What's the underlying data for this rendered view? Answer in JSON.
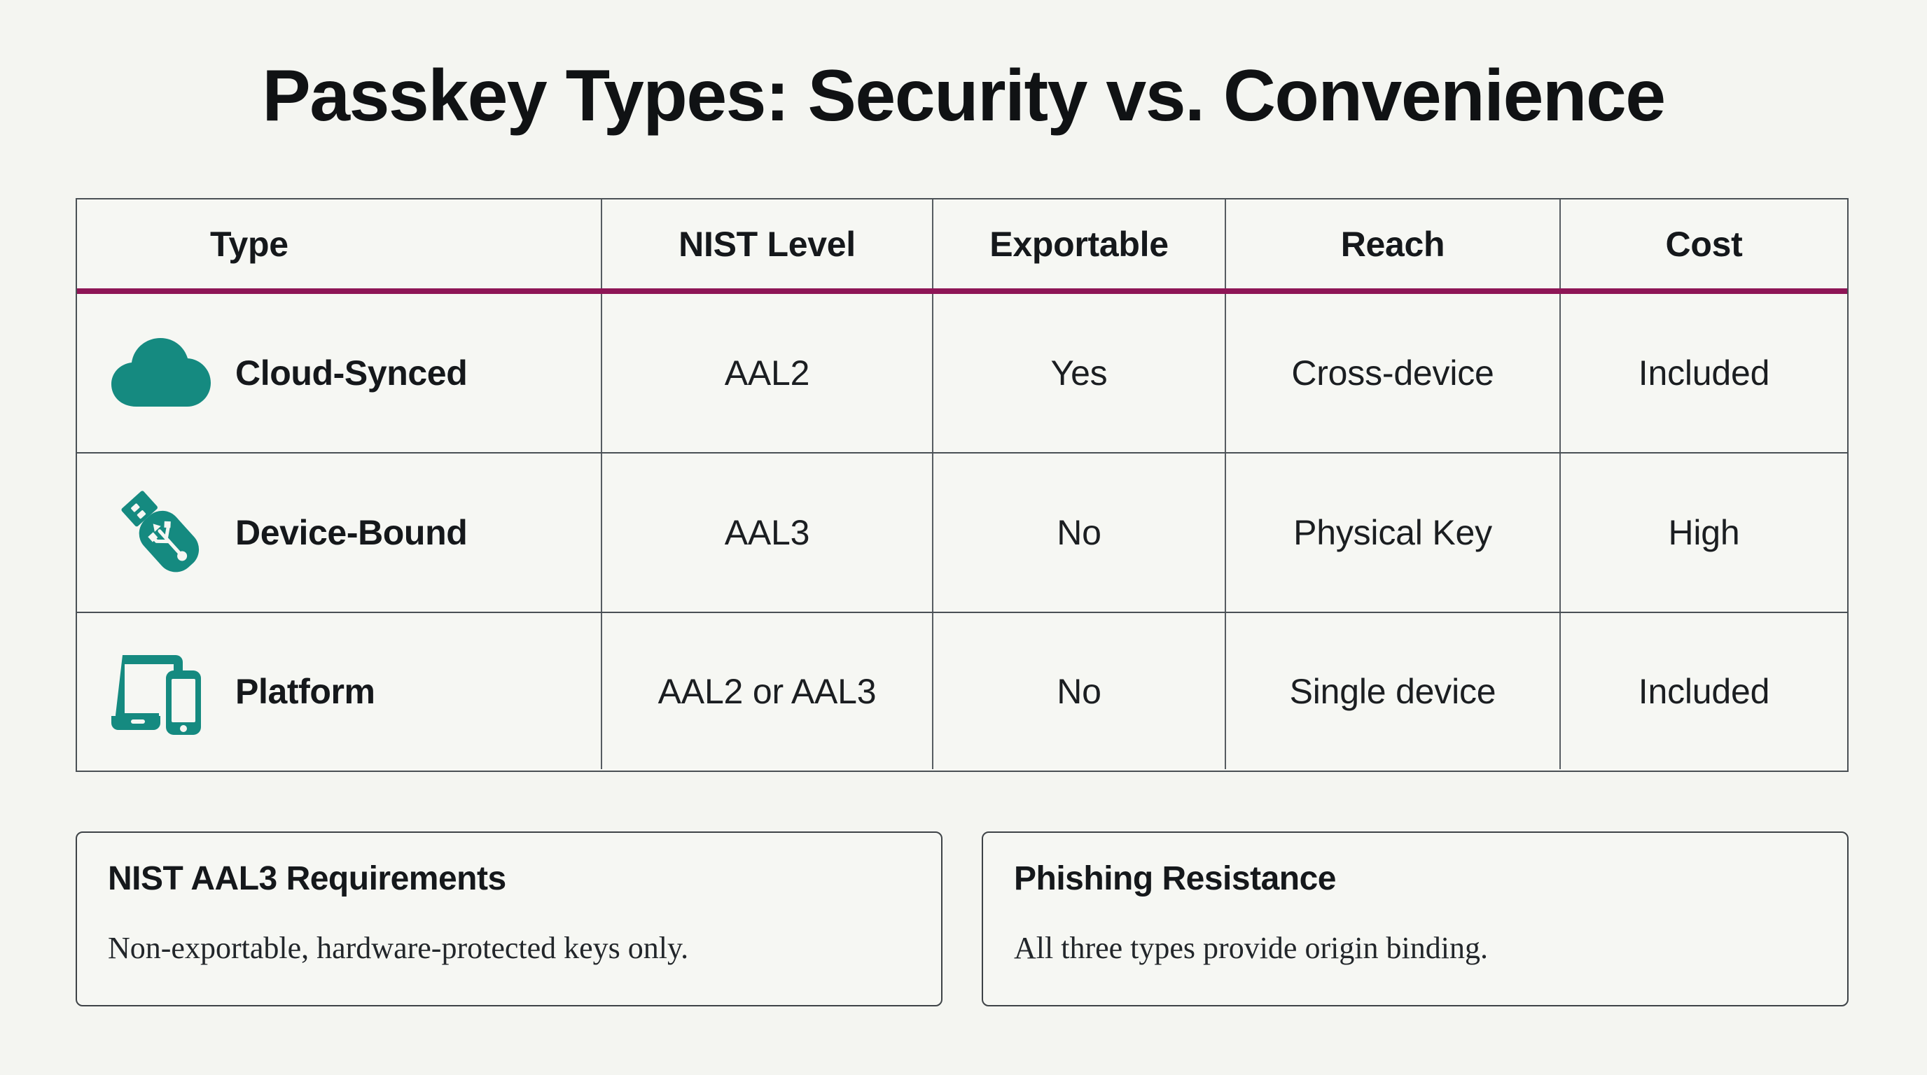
{
  "title": "Passkey Types: Security vs. Convenience",
  "colors": {
    "background": "#f4f5f1",
    "accent_teal": "#158a80",
    "accent_magenta": "#8e1656",
    "border": "#4a5055",
    "text": "#16181a"
  },
  "table": {
    "columns": [
      {
        "key": "type",
        "label": "Type"
      },
      {
        "key": "nist",
        "label": "NIST Level"
      },
      {
        "key": "exp",
        "label": "Exportable"
      },
      {
        "key": "reach",
        "label": "Reach"
      },
      {
        "key": "cost",
        "label": "Cost"
      }
    ],
    "rows": [
      {
        "icon": "cloud-icon",
        "type": "Cloud-Synced",
        "nist": "AAL2",
        "exp": "Yes",
        "reach": "Cross-device",
        "cost": "Included"
      },
      {
        "icon": "usb-key-icon",
        "type": "Device-Bound",
        "nist": "AAL3",
        "exp": "No",
        "reach": "Physical Key",
        "cost": "High"
      },
      {
        "icon": "laptop-phone-icon",
        "type": "Platform",
        "nist": "AAL2 or AAL3",
        "exp": "No",
        "reach": "Single device",
        "cost": "Included"
      }
    ]
  },
  "callouts": [
    {
      "title": "NIST AAL3 Requirements",
      "body": "Non-exportable, hardware-protected keys only."
    },
    {
      "title": "Phishing Resistance",
      "body": "All three types provide origin binding."
    }
  ]
}
